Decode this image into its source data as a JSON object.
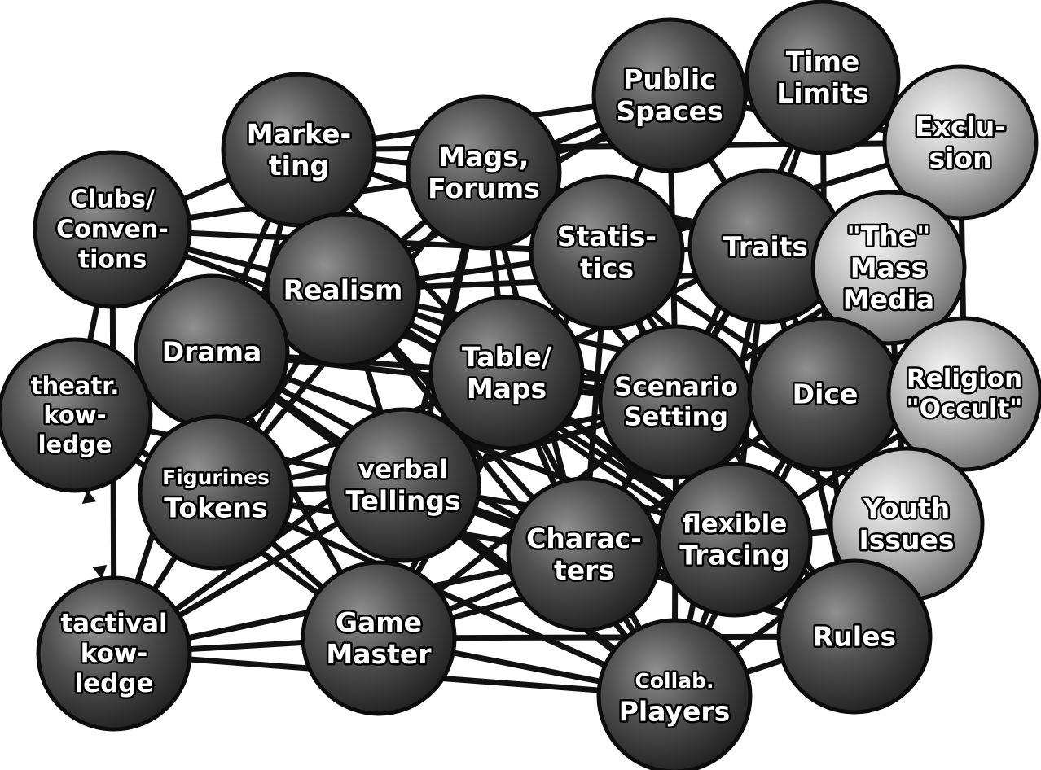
{
  "nodes": [
    {
      "id": "clubs",
      "lines": [
        "Clubs/",
        "Conven-",
        "tions"
      ],
      "shade": "dark"
    },
    {
      "id": "marketing",
      "lines": [
        "Marke-",
        "ting"
      ],
      "shade": "dark"
    },
    {
      "id": "mags",
      "lines": [
        "Mags,",
        "Forums"
      ],
      "shade": "dark"
    },
    {
      "id": "public",
      "lines": [
        "Public",
        "Spaces"
      ],
      "shade": "dark"
    },
    {
      "id": "time",
      "lines": [
        "Time",
        "Limits"
      ],
      "shade": "dark"
    },
    {
      "id": "exclusion",
      "lines": [
        "Exclu-",
        "sion"
      ],
      "shade": "light"
    },
    {
      "id": "statistics",
      "lines": [
        "Statis-",
        "tics"
      ],
      "shade": "dark"
    },
    {
      "id": "traits",
      "lines": [
        "Traits"
      ],
      "shade": "dark"
    },
    {
      "id": "massmedia",
      "lines": [
        "\"The\"",
        "Mass",
        "Media"
      ],
      "shade": "light"
    },
    {
      "id": "realism",
      "lines": [
        "Realism"
      ],
      "shade": "dark"
    },
    {
      "id": "drama",
      "lines": [
        "Drama"
      ],
      "shade": "dark"
    },
    {
      "id": "theatr",
      "lines": [
        "theatr.",
        "kow-",
        "ledge"
      ],
      "shade": "dark"
    },
    {
      "id": "table",
      "lines": [
        "Table/",
        "Maps"
      ],
      "shade": "dark"
    },
    {
      "id": "scenario",
      "lines": [
        "Scenario",
        "Setting"
      ],
      "shade": "dark"
    },
    {
      "id": "dice",
      "lines": [
        "Dice"
      ],
      "shade": "dark"
    },
    {
      "id": "religion",
      "lines": [
        "Religion",
        "\"Occult\""
      ],
      "shade": "light"
    },
    {
      "id": "figurines",
      "lines": [
        "Figurines",
        "Tokens"
      ],
      "shade": "dark"
    },
    {
      "id": "verbal",
      "lines": [
        "verbal",
        "Tellings"
      ],
      "shade": "dark"
    },
    {
      "id": "characters",
      "lines": [
        "Charac-",
        "ters"
      ],
      "shade": "dark"
    },
    {
      "id": "flexible",
      "lines": [
        "flexible",
        "Tracing"
      ],
      "shade": "dark"
    },
    {
      "id": "youth",
      "lines": [
        "Youth",
        "Issues"
      ],
      "shade": "light"
    },
    {
      "id": "tactival",
      "lines": [
        "tactival",
        "kow-",
        "ledge"
      ],
      "shade": "dark"
    },
    {
      "id": "gamemaster",
      "lines": [
        "Game",
        "Master"
      ],
      "shade": "dark"
    },
    {
      "id": "rules",
      "lines": [
        "Rules"
      ],
      "shade": "dark"
    },
    {
      "id": "collab",
      "lines": [
        "Collab.",
        "Players"
      ],
      "shade": "dark"
    }
  ],
  "edges": [
    [
      "clubs",
      "marketing"
    ],
    [
      "clubs",
      "mags"
    ],
    [
      "clubs",
      "realism"
    ],
    [
      "clubs",
      "drama"
    ],
    [
      "clubs",
      "theatr"
    ],
    [
      "clubs",
      "tactival"
    ],
    [
      "clubs",
      "table"
    ],
    [
      "clubs",
      "statistics"
    ],
    [
      "marketing",
      "mags"
    ],
    [
      "marketing",
      "public"
    ],
    [
      "marketing",
      "statistics"
    ],
    [
      "marketing",
      "table"
    ],
    [
      "marketing",
      "realism"
    ],
    [
      "marketing",
      "drama"
    ],
    [
      "marketing",
      "figurines"
    ],
    [
      "marketing",
      "exclusion"
    ],
    [
      "mags",
      "public"
    ],
    [
      "mags",
      "time"
    ],
    [
      "mags",
      "statistics"
    ],
    [
      "mags",
      "realism"
    ],
    [
      "mags",
      "table"
    ],
    [
      "mags",
      "scenario"
    ],
    [
      "mags",
      "traits"
    ],
    [
      "mags",
      "gamemaster"
    ],
    [
      "mags",
      "verbal"
    ],
    [
      "mags",
      "massmedia"
    ],
    [
      "mags",
      "youth"
    ],
    [
      "mags",
      "characters"
    ],
    [
      "mags",
      "figurines"
    ],
    [
      "public",
      "time"
    ],
    [
      "public",
      "traits"
    ],
    [
      "public",
      "scenario"
    ],
    [
      "public",
      "statistics"
    ],
    [
      "public",
      "realism"
    ],
    [
      "time",
      "traits"
    ],
    [
      "time",
      "exclusion"
    ],
    [
      "time",
      "scenario"
    ],
    [
      "time",
      "dice"
    ],
    [
      "exclusion",
      "massmedia"
    ],
    [
      "exclusion",
      "religion"
    ],
    [
      "exclusion",
      "statistics"
    ],
    [
      "exclusion",
      "dice"
    ],
    [
      "exclusion",
      "public"
    ],
    [
      "statistics",
      "traits"
    ],
    [
      "statistics",
      "scenario"
    ],
    [
      "statistics",
      "realism"
    ],
    [
      "statistics",
      "table"
    ],
    [
      "statistics",
      "dice"
    ],
    [
      "statistics",
      "characters"
    ],
    [
      "statistics",
      "flexible"
    ],
    [
      "statistics",
      "rules"
    ],
    [
      "statistics",
      "verbal"
    ],
    [
      "statistics",
      "gamemaster"
    ],
    [
      "traits",
      "massmedia"
    ],
    [
      "traits",
      "dice"
    ],
    [
      "traits",
      "scenario"
    ],
    [
      "traits",
      "characters"
    ],
    [
      "traits",
      "flexible"
    ],
    [
      "traits",
      "collab"
    ],
    [
      "traits",
      "rules"
    ],
    [
      "traits",
      "table"
    ],
    [
      "massmedia",
      "religion"
    ],
    [
      "massmedia",
      "youth"
    ],
    [
      "massmedia",
      "dice"
    ],
    [
      "massmedia",
      "scenario"
    ],
    [
      "massmedia",
      "realism"
    ],
    [
      "realism",
      "drama"
    ],
    [
      "realism",
      "table"
    ],
    [
      "realism",
      "verbal"
    ],
    [
      "realism",
      "figurines"
    ],
    [
      "realism",
      "scenario"
    ],
    [
      "realism",
      "dice"
    ],
    [
      "realism",
      "characters"
    ],
    [
      "realism",
      "collab"
    ],
    [
      "realism",
      "theatr"
    ],
    [
      "realism",
      "rules"
    ],
    [
      "realism",
      "flexible"
    ],
    [
      "drama",
      "theatr"
    ],
    [
      "drama",
      "figurines"
    ],
    [
      "drama",
      "verbal"
    ],
    [
      "drama",
      "table"
    ],
    [
      "drama",
      "tactival"
    ],
    [
      "drama",
      "gamemaster"
    ],
    [
      "drama",
      "characters"
    ],
    [
      "drama",
      "scenario"
    ],
    [
      "drama",
      "collab"
    ],
    [
      "drama",
      "flexible"
    ],
    [
      "theatr",
      "figurines"
    ],
    [
      "theatr",
      "gamemaster"
    ],
    [
      "theatr",
      "verbal"
    ],
    [
      "table",
      "scenario"
    ],
    [
      "table",
      "verbal"
    ],
    [
      "table",
      "figurines"
    ],
    [
      "table",
      "characters"
    ],
    [
      "table",
      "gamemaster"
    ],
    [
      "table",
      "dice"
    ],
    [
      "table",
      "flexible"
    ],
    [
      "table",
      "collab"
    ],
    [
      "table",
      "tactival"
    ],
    [
      "table",
      "rules"
    ],
    [
      "scenario",
      "dice"
    ],
    [
      "scenario",
      "flexible"
    ],
    [
      "scenario",
      "characters"
    ],
    [
      "scenario",
      "verbal"
    ],
    [
      "scenario",
      "gamemaster"
    ],
    [
      "scenario",
      "youth"
    ],
    [
      "scenario",
      "rules"
    ],
    [
      "scenario",
      "collab"
    ],
    [
      "scenario",
      "figurines"
    ],
    [
      "dice",
      "religion"
    ],
    [
      "dice",
      "youth"
    ],
    [
      "dice",
      "rules"
    ],
    [
      "dice",
      "flexible"
    ],
    [
      "dice",
      "characters"
    ],
    [
      "dice",
      "collab"
    ],
    [
      "religion",
      "youth"
    ],
    [
      "religion",
      "rules"
    ],
    [
      "religion",
      "flexible"
    ],
    [
      "figurines",
      "verbal"
    ],
    [
      "figurines",
      "tactival"
    ],
    [
      "figurines",
      "gamemaster"
    ],
    [
      "figurines",
      "characters"
    ],
    [
      "figurines",
      "collab"
    ],
    [
      "verbal",
      "gamemaster"
    ],
    [
      "verbal",
      "characters"
    ],
    [
      "verbal",
      "tactival"
    ],
    [
      "verbal",
      "collab"
    ],
    [
      "verbal",
      "flexible"
    ],
    [
      "verbal",
      "rules"
    ],
    [
      "characters",
      "flexible"
    ],
    [
      "characters",
      "gamemaster"
    ],
    [
      "characters",
      "collab"
    ],
    [
      "characters",
      "rules"
    ],
    [
      "characters",
      "youth"
    ],
    [
      "characters",
      "tactival"
    ],
    [
      "flexible",
      "youth"
    ],
    [
      "flexible",
      "rules"
    ],
    [
      "flexible",
      "collab"
    ],
    [
      "flexible",
      "gamemaster"
    ],
    [
      "youth",
      "rules"
    ],
    [
      "youth",
      "collab"
    ],
    [
      "tactival",
      "gamemaster"
    ],
    [
      "tactival",
      "collab"
    ],
    [
      "tactival",
      "characters"
    ],
    [
      "gamemaster",
      "collab"
    ],
    [
      "gamemaster",
      "rules"
    ],
    [
      "rules",
      "collab"
    ]
  ],
  "arrow_edge": [
    "theatr",
    "tactival"
  ]
}
